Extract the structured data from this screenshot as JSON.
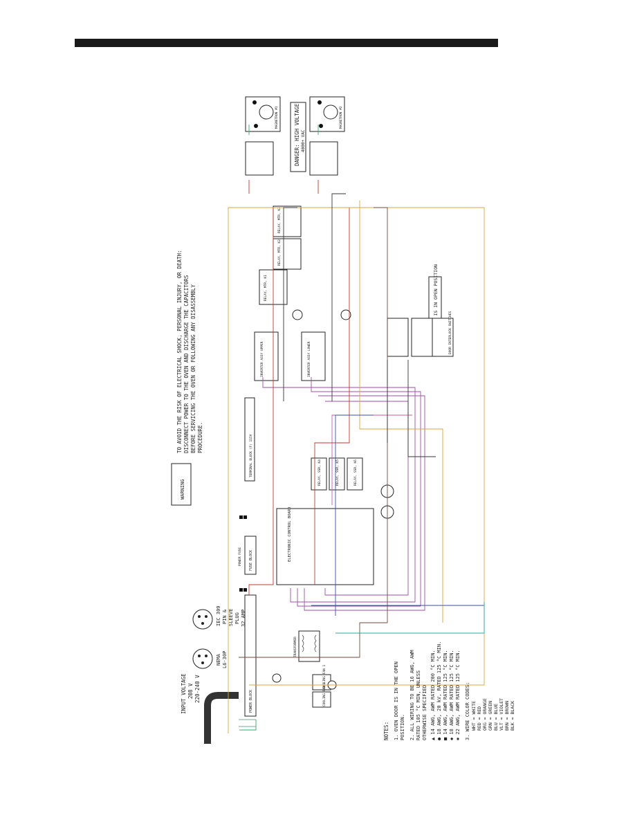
{
  "header": {},
  "warning": {
    "badge": "WARNING",
    "lines": [
      "TO AVOID THE RISK OF ELECTRICAL SHOCK, PERSONAL INJURY, OR DEATH:",
      "DISCONNECT POWER TO THE OVEN AND DISCHARGE THE CAPACITORS",
      "BEFORE SERVICING THE OVEN OR FOLLOWING ANY DISASSEMBLY",
      "PROCEDURE."
    ]
  },
  "danger": {
    "line1": "DANGER: HIGH VOLTAGE",
    "line2": "4000+ VAC"
  },
  "input": {
    "line1": "INPUT VOLTAGE",
    "line2": "208 V",
    "line3": "220-240 V",
    "plug_left": [
      "NEMA",
      "L6-30P"
    ],
    "plug_right": [
      "IEC 309",
      "PIN &",
      "SLEEVE",
      "PLUG",
      "32 AMP"
    ]
  },
  "components": {
    "power_block": "POWER BLOCK",
    "terminal_block": "TERMINAL BLOCK (F) 115V",
    "control_board": "ELECTRONIC CONTROL BOARD",
    "fuse_block": "FUSE BLOCK",
    "fuse_f": "POWER FUSE",
    "transformer": "TRANSFORMER",
    "cooling_fan_1": "COOLING FAN 1",
    "cooling_fan_2": "COOLING FAN 2",
    "mw_inverter_1": "INVERTER ASSY UPPER",
    "mw_inverter_2": "INVERTER ASSY LOWER",
    "relay_k1": "RELAY, MTR, K1",
    "relay_k2": "RELAY, MTR, K2",
    "relay_k3": "RELAY, MTR, K3",
    "relay_k4": "RELAY, SSR, K4",
    "relay_k5": "RELAY, SSR, K5",
    "relay_k6": "RELAY, SSR, K6",
    "magnetron_1": "MAGNETRON #1",
    "magnetron_2": "MAGNETRON #2",
    "door_note": "DOOR IS IN OPEN POSITION",
    "interlock": "DOOR INTERLOCK SWITCHES"
  },
  "notes": {
    "title": "NOTES:",
    "n1": [
      "1.  OVEN DOOR IS IN THE OPEN",
      "    POSITION."
    ],
    "n2": [
      "2.  ALL WIRING TO BE 16 AWG, AWM",
      "    RATED 105 °C MIN, UNLESS",
      "    OTHERWISE SPECIFIED"
    ],
    "gauges": [
      "▲ 14 AWG, AWM RATED 200 °C MIN.",
      "● 18 AWG, 20 kV, RATED 125 °C MIN.",
      "■ 14 AWG, AWM RATED 125 °C MIN.",
      "◆ 18 AWG, AWM RATED 125 °C MIN.",
      "✱ 22 AWG, AWM RATED 125 °C MIN."
    ],
    "n3_title": "3.  WIRE COLOR CODES:",
    "colors": [
      "WHT = WHITE",
      "RED = RED",
      "ORG = ORANGE",
      "GRN = GREEN",
      "BLU = BLUE",
      "VLT = VIOLET",
      "BRN = BROWN",
      "BLK = BLACK"
    ]
  },
  "wire_colors": {
    "violet": "#9b4fa6",
    "red": "#c0392b",
    "orange": "#d9a441",
    "blue": "#3a4fa0",
    "green": "#3aa66a",
    "teal": "#2fa5a0",
    "brown": "#8a5a3c",
    "black": "#222222"
  }
}
